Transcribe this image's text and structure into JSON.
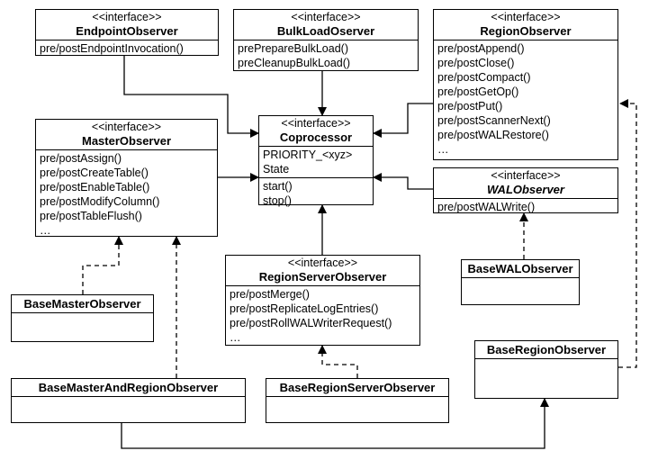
{
  "boxes": {
    "endpoint": {
      "stereo": "<<interface>>",
      "name": "EndpointObserver",
      "methods": [
        "pre/postEndpointInvocation()"
      ]
    },
    "bulkload": {
      "stereo": "<<interface>>",
      "name": "BulkLoadOserver",
      "methods": [
        "prePrepareBulkLoad()",
        "preCleanupBulkLoad()"
      ]
    },
    "region": {
      "stereo": "<<interface>>",
      "name": "RegionObserver",
      "methods": [
        "pre/postAppend()",
        "pre/postClose()",
        "pre/postCompact()",
        "pre/postGetOp()",
        "pre/postPut()",
        "pre/postScannerNext()",
        "pre/postWALRestore()",
        "…"
      ]
    },
    "master": {
      "stereo": "<<interface>>",
      "name": "MasterObserver",
      "methods": [
        "pre/postAssign()",
        "pre/postCreateTable()",
        "pre/postEnableTable()",
        "pre/postModifyColumn()",
        "pre/postTableFlush()",
        "…"
      ]
    },
    "coprocessor": {
      "stereo": "<<interface>>",
      "name": "Coprocessor",
      "fields": [
        "PRIORITY_<xyz>",
        "State"
      ],
      "methods": [
        "start()",
        "stop()"
      ]
    },
    "wal": {
      "stereo": "<<interface>>",
      "name": "WALObserver",
      "methods": [
        "pre/postWALWrite()"
      ]
    },
    "regionserver": {
      "stereo": "<<interface>>",
      "name": "RegionServerObserver",
      "methods": [
        "pre/postMerge()",
        "pre/postReplicateLogEntries()",
        "pre/postRollWALWriterRequest()",
        "…"
      ]
    },
    "basewal": {
      "name": "BaseWALObserver"
    },
    "basemaster": {
      "name": "BaseMasterObserver"
    },
    "baseregion": {
      "name": "BaseRegionObserver"
    },
    "basemasterregion": {
      "name": "BaseMasterAndRegionObserver"
    },
    "baseregionserver": {
      "name": "BaseRegionServerObserver"
    }
  }
}
